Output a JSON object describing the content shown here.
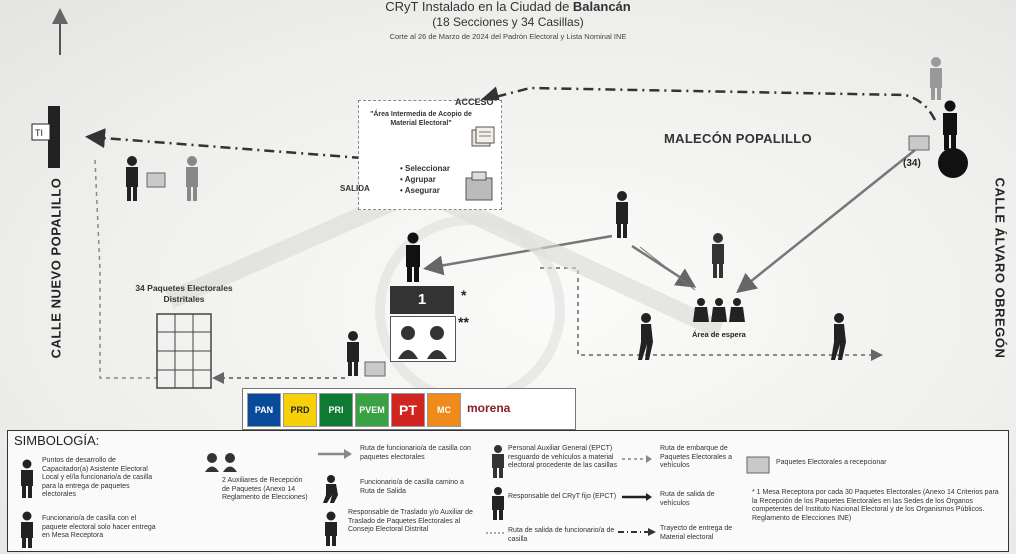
{
  "header": {
    "title_prefix": "CRyT  Instalado en la Ciudad de ",
    "title_city": "Balancán",
    "subtitle": "(18 Secciones y 34 Casillas)",
    "cutoff": "Corte al 26 de Marzo de 2024 del Padrón Electoral y Lista Nominal INE"
  },
  "streets": {
    "left": "CALLE NUEVO POPALILLO",
    "right": "CALLE ÁLVARO OBREGÓN",
    "malecon": "MALECÓN POPALILLO"
  },
  "area": {
    "access": "ACCESO",
    "title": "\"Área Intermedia de Acopio de Material Electoral\"",
    "exit": "SALIDA",
    "steps": [
      "• Seleccionar",
      "• Agrupar",
      "• Asegurar"
    ]
  },
  "packages_label": "34 Paquetes Electorales Distritales",
  "count_34": "(34)",
  "desk": {
    "number": "1",
    "star1": "*",
    "star2": "**"
  },
  "wait_area": "Área de espera",
  "parties": [
    "PAN",
    "PRD",
    "PRI",
    "PVEM",
    "PT",
    "MC",
    "morena"
  ],
  "legend": {
    "title": "SIMBOLOGÍA:",
    "c1": [
      {
        "id": "leg1",
        "text": "Puntos de desarrollo de Capacitador(a) Asistente Electoral Local y el/la funcionario/a de casilla para la entrega de paquetes electorales"
      },
      {
        "id": "leg2",
        "text": "Funcionario/a de casilla con el paquete electoral solo hacer entrega en Mesa Receptora"
      }
    ],
    "c2": [
      {
        "id": "leg3",
        "text": "2 Auxiliares de Recepción de Paquetes (Anexo 14 Reglamento de Elecciones)"
      }
    ],
    "c3": [
      {
        "id": "leg4",
        "text": "Ruta de funcionario/a de casilla con paquetes electorales"
      },
      {
        "id": "leg5",
        "text": "Funcionario/a de casilla camino a Ruta de Salida"
      },
      {
        "id": "leg6",
        "text": "Responsable de Traslado y/o Auxiliar de Traslado de Paquetes Electorales al Consejo Electoral Distrital"
      }
    ],
    "c4": [
      {
        "id": "leg7",
        "text": "Personal Auxiliar General (EPCT) resguardo de vehículos a material electoral procedente de las casillas"
      },
      {
        "id": "leg8",
        "text": "Responsable del CRyT fijo (EPCT)"
      },
      {
        "id": "leg9",
        "text": "Ruta de salida de funcionario/a de casilla"
      }
    ],
    "c5": [
      {
        "id": "leg10",
        "text": "Ruta de embarque de Paquetes Electorales a vehículos"
      },
      {
        "id": "leg11",
        "text": "Ruta de salida de vehículos"
      },
      {
        "id": "leg12",
        "text": "Trayecto de entrega de Material electoral"
      }
    ],
    "c6": [
      {
        "id": "leg13",
        "text": "Paquetes Electorales a recepcionar"
      },
      {
        "id": "leg14",
        "text": "* 1 Mesa Receptora por cada 30 Paquetes Electorales (Anexo 14 Criterios para la Recepción de los Paquetes Electorales en las Sedes de los Órganos competentes del Instituto Nacional Electoral y de los Organismos Públicos. Reglamento de Elecciones INE)"
      }
    ]
  }
}
